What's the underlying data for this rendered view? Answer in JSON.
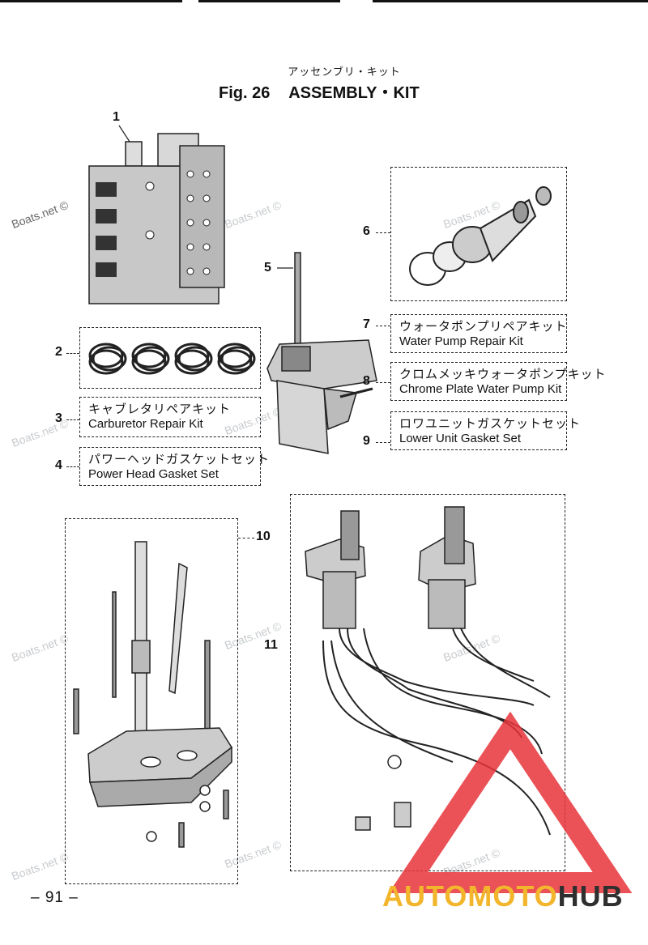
{
  "header": {
    "kana_title": "アッセンブリ・キット",
    "fig_label": "Fig. 26",
    "title": "ASSEMBLY・KIT"
  },
  "callouts": [
    "1",
    "2",
    "3",
    "4",
    "5",
    "6",
    "7",
    "8",
    "9",
    "10",
    "11"
  ],
  "kits": {
    "carburetor": {
      "jp": "キャブレタリペアキット",
      "en": "Carburetor Repair Kit"
    },
    "power_head": {
      "jp": "パワーヘッドガスケットセット",
      "en": "Power Head Gasket Set"
    },
    "water_pump": {
      "jp": "ウォータポンプリペアキット",
      "en": "Water Pump Repair Kit"
    },
    "chrome_pump": {
      "jp": "クロムメッキウォータポンプキット",
      "en": "Chrome Plate Water Pump Kit"
    },
    "lower_unit": {
      "jp": "ロワユニットガスケットセット",
      "en": "Lower Unit Gasket Set"
    }
  },
  "watermark": "Boats.net ©",
  "footer": {
    "page_number": "– 91 –"
  },
  "brand": {
    "part1": "AUTOMOTO",
    "part2": "HUB"
  },
  "colors": {
    "brand_yellow": "#f2b52b",
    "brand_red": "#e8343a",
    "brand_dark": "#2f2f2f"
  }
}
